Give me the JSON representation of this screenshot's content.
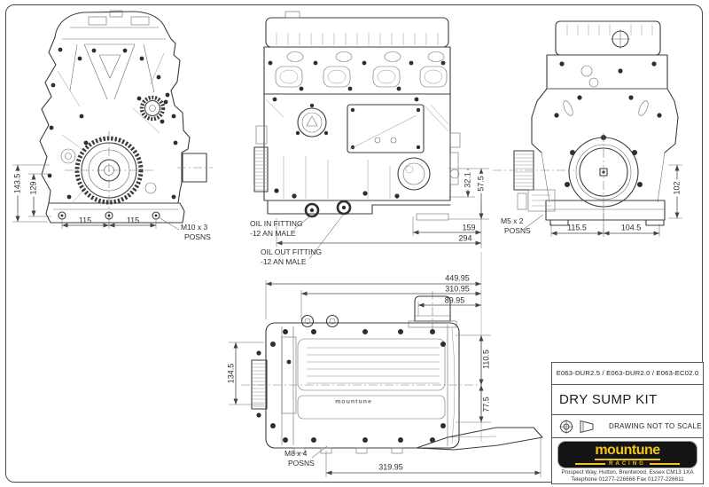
{
  "colors": {
    "line": "#3d3d3d",
    "dim_line": "#4d4d4d",
    "logo_yellow": "#f0c419",
    "logo_black": "#141414"
  },
  "views": {
    "front": {
      "height_overall": "143.5",
      "height_inner": "129",
      "bolt_spacing_left": "115",
      "bolt_spacing_right": "115",
      "bolt_note_l1": "M10 x 3",
      "bolt_note_l2": "POSNS"
    },
    "side": {
      "oil_in_l1": "OIL IN FITTING",
      "oil_in_l2": "-12 AN MALE",
      "oil_out_l1": "OIL OUT FITTING",
      "oil_out_l2": "-12 AN MALE",
      "fitting_offset": "159",
      "fitting_span": "294",
      "depth_upper": "32.1",
      "depth_lower": "57.5"
    },
    "rear": {
      "bolt_note_l1": "M5 x 2",
      "bolt_note_l2": "POSNS",
      "spacing_left": "115.5",
      "spacing_right": "104.5",
      "height": "102"
    },
    "plan": {
      "length_overall": "449.95",
      "length_mid": "310.95",
      "length_inner": "89.95",
      "width": "134.5",
      "offset_upper": "110.5",
      "offset_lower": "77.5",
      "bolt_note_l1": "M8 x 4",
      "bolt_note_l2": "POSNS",
      "length_bolts": "319.95",
      "cast_logo": "mountune"
    }
  },
  "title_block": {
    "part_numbers": "E063-DUR2.5 / E063-DUR2.0 / E063-EC02.0",
    "drawing_title": "DRY SUMP KIT",
    "scale_note": "DRAWING NOT TO SCALE",
    "logo_word": "mountune",
    "logo_sub": "RACING",
    "address_l1": "Prospect Way, Hutton, Brentwood, Essex CM13 1XA",
    "address_l2": "Telephone 01277-226666 Fax 01277-226611"
  }
}
